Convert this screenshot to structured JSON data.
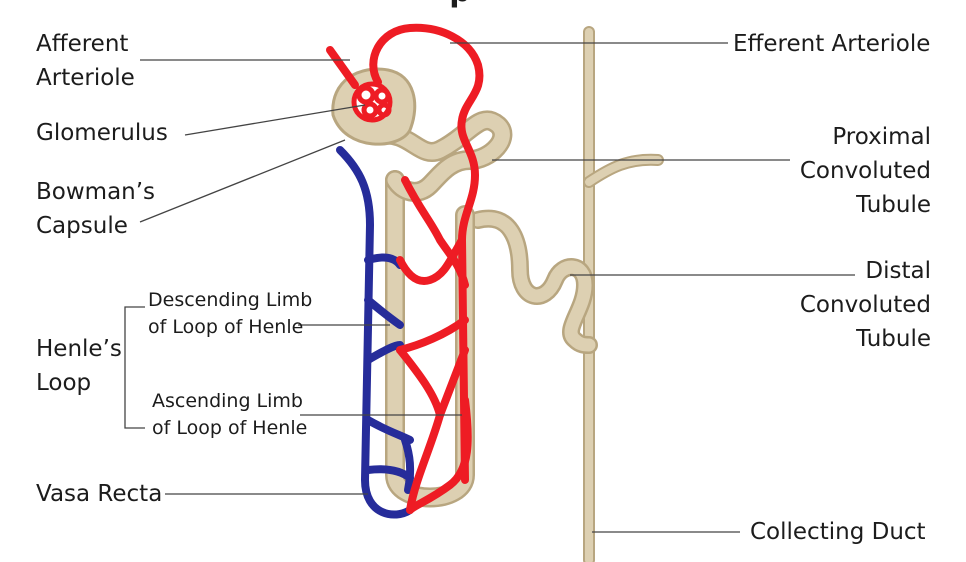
{
  "title_fragment": "p",
  "labels": {
    "afferent_arteriole": [
      "Afferent",
      "Arteriole"
    ],
    "glomerulus": "Glomerulus",
    "bowmans_capsule": [
      "Bowman’s",
      "Capsule"
    ],
    "descending_limb": [
      "Descending Limb",
      "of Loop of Henle"
    ],
    "henles_loop": [
      "Henle’s",
      "Loop"
    ],
    "ascending_limb": [
      "Ascending Limb",
      "of Loop of Henle"
    ],
    "vasa_recta": "Vasa Recta",
    "efferent_arteriole": "Efferent Arteriole",
    "proximal_convoluted_tubule": [
      "Proximal",
      "Convoluted",
      "Tubule"
    ],
    "distal_convoluted_tubule": [
      "Distal",
      "Convoluted",
      "Tubule"
    ],
    "collecting_duct": "Collecting Duct"
  },
  "colors": {
    "artery": "#ee1c24",
    "vein": "#262c9a",
    "tubule_fill": "#ddd0b2",
    "tubule_stroke": "#b8a680",
    "leader_line": "#444444"
  }
}
